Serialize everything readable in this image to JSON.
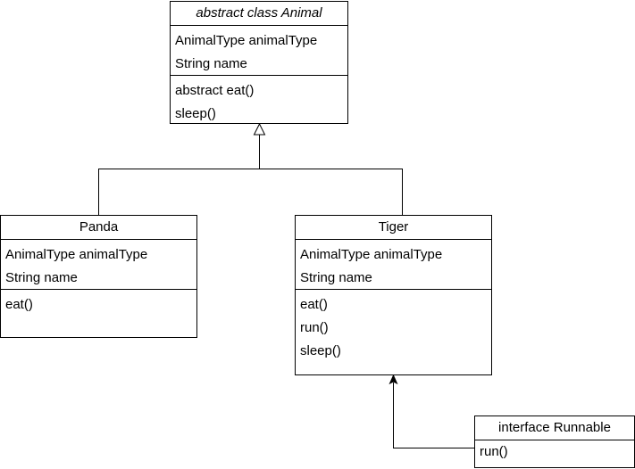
{
  "diagram": {
    "classes": {
      "animal": {
        "name": "abstract class Animal",
        "attributes": [
          "AnimalType animalType",
          "String name"
        ],
        "methods": [
          "abstract eat()",
          "sleep()"
        ]
      },
      "panda": {
        "name": "Panda",
        "attributes": [
          "AnimalType animalType",
          "String name"
        ],
        "methods": [
          "eat()"
        ]
      },
      "tiger": {
        "name": "Tiger",
        "attributes": [
          "AnimalType animalType",
          "String name"
        ],
        "methods": [
          "eat()",
          "run()",
          "sleep()"
        ]
      },
      "runnable": {
        "name": "interface Runnable",
        "methods": [
          "run()"
        ]
      }
    },
    "relationships": [
      {
        "type": "inheritance",
        "from": "Panda",
        "to": "abstract class Animal"
      },
      {
        "type": "inheritance",
        "from": "Tiger",
        "to": "abstract class Animal"
      },
      {
        "type": "association",
        "from": "interface Runnable",
        "to": "Tiger"
      }
    ]
  }
}
